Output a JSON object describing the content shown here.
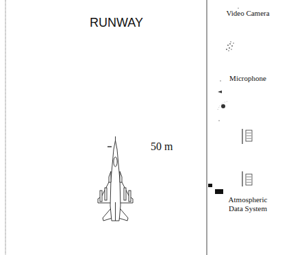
{
  "diagram": {
    "labels": [
      "RUNWAY",
      "50 m",
      "Video Camera",
      "Microphone",
      "Atmospheric Data System"
    ]
  }
}
